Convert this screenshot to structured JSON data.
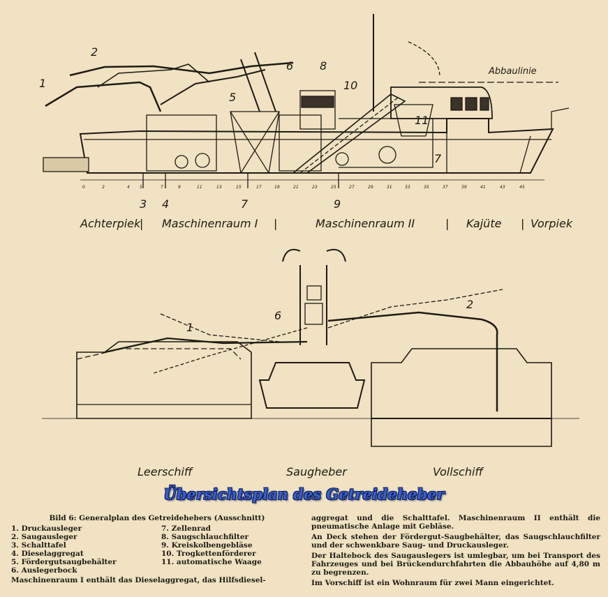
{
  "figure": {
    "title": "Übersichtsplan des Getreideheber",
    "side_view": {
      "callouts": [
        "1",
        "2",
        "6",
        "8",
        "10",
        "5",
        "11",
        "7"
      ],
      "abbau_label": "Abbaulinie",
      "lower_callouts": [
        "3",
        "4",
        "7",
        "9"
      ],
      "frame_numbers": [
        "0",
        "2",
        "4",
        "5",
        "7",
        "9",
        "11",
        "13",
        "15",
        "17",
        "19",
        "21",
        "23",
        "25",
        "27",
        "29",
        "31",
        "33",
        "35",
        "37",
        "39",
        "41",
        "43",
        "45"
      ],
      "sections": [
        "Achterpiek",
        "Maschinenraum I",
        "Maschinenraum II",
        "Kajüte",
        "Vorpiek"
      ]
    },
    "front_view": {
      "callouts": [
        "1",
        "6",
        "2"
      ],
      "labels": [
        "Leerschiff",
        "Saugheber",
        "Vollschiff"
      ]
    }
  },
  "caption": {
    "title": "Bild 6: Generalplan des Getreidehebers (Ausschnitt)",
    "legend": [
      "1. Druckausleger",
      "2. Saugausleger",
      "3. Schalttafel",
      "4. Dieselaggregat",
      "5. Fördergutsaugbehälter",
      "6. Auslegerbock",
      "7. Zellenrad",
      "8. Saugschlauchfilter",
      "9. Kreiskolbengebläse",
      "10. Trogkettenförderer",
      "11. automatische Waage"
    ],
    "paragraphs": [
      "Maschinenraum I enthält das Dieselaggregat, das Hilfsdiesel-aggregat und die Schalttafel. Maschinenraum II enthält die pneumatische Anlage mit Gebläse.",
      "An Deck stehen der Fördergut-Saugbehälter, das Saugschlauchfilter und der schwenkbare Saug- und Druckausleger.",
      "Der Haltebock des Saugauslegers ist umlegbar, um bei Transport des Fahrzeuges und bei Brückendurchfahrten die Abbauhöhe auf 4,80 m zu begrenzen.",
      "Im Vorschiff ist ein Wohnraum für zwei Mann eingerichtet."
    ],
    "para1_col1": "Maschinenraum I enthält das Dieselaggregat, das Hilfsdiesel-",
    "para1_col2": "aggregat und die Schalttafel. Maschinenraum II enthält die pneumatische Anlage mit Gebläse."
  }
}
